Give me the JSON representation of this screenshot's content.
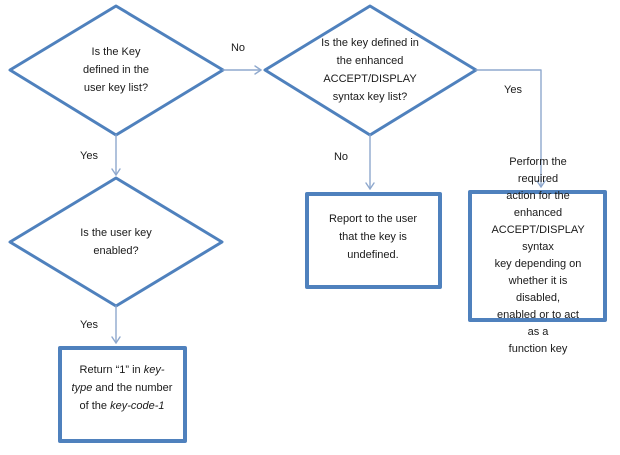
{
  "colors": {
    "shape_border": "#4F81BD",
    "connector": "#8FA9CE",
    "text": "#1a1a1a"
  },
  "nodes": {
    "decision_user_key_defined": {
      "type": "decision",
      "lines": [
        "Is the Key",
        "defined in the",
        "user key list?"
      ]
    },
    "decision_enhanced_key_defined": {
      "type": "decision",
      "lines": [
        "Is the key defined in",
        "the enhanced",
        "ACCEPT/DISPLAY",
        "syntax key list?"
      ]
    },
    "decision_user_key_enabled": {
      "type": "decision",
      "lines": [
        "Is the user key",
        "enabled?"
      ]
    },
    "process_report_undefined": {
      "type": "process",
      "lines": [
        "Report to the user",
        "that the key is",
        "undefined."
      ]
    },
    "process_perform_action": {
      "type": "process",
      "lines": [
        "Perform the required",
        "action for the enhanced",
        "ACCEPT/DISPLAY syntax",
        "key depending on",
        "whether it is disabled,",
        "enabled or to act as a",
        "function key"
      ]
    },
    "process_return_key_type": {
      "type": "process",
      "rich_lines": [
        [
          {
            "t": "Return “1” in ",
            "i": false
          },
          {
            "t": "key-",
            "i": true
          }
        ],
        [
          {
            "t": "type",
            "i": true
          },
          {
            "t": " and the number",
            "i": false
          }
        ],
        [
          {
            "t": "of the ",
            "i": false
          },
          {
            "t": "key-code-1",
            "i": true
          }
        ]
      ]
    }
  },
  "edge_labels": {
    "no_top": "No",
    "yes_left": "Yes",
    "no_mid": "No",
    "yes_right": "Yes",
    "yes_bottom": "Yes"
  }
}
